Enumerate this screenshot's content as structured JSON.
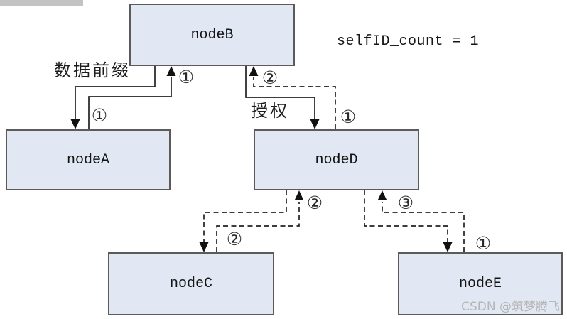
{
  "nodes": {
    "b": {
      "label": "nodeB"
    },
    "a": {
      "label": "nodeA"
    },
    "d": {
      "label": "nodeD"
    },
    "c": {
      "label": "nodeC"
    },
    "e": {
      "label": "nodeE"
    }
  },
  "annotation": {
    "self_id_count": "selfID_count = 1"
  },
  "edge_labels": {
    "data_prefix": "数据前缀",
    "authorization": "授权"
  },
  "markers": {
    "a_to_b_at_b": "①",
    "a_to_b_at_a": "①",
    "d_to_b_at_b": "②",
    "d_to_b_at_d": "①",
    "c_to_d_at_d": "②",
    "c_to_d_at_c": "②",
    "e_to_d_at_d": "③",
    "e_to_d_at_e": "①"
  },
  "edges": [
    {
      "from": "nodeB",
      "to": "nodeA",
      "style": "solid",
      "label": "数据前缀",
      "markers": []
    },
    {
      "from": "nodeA",
      "to": "nodeB",
      "style": "solid",
      "label": "",
      "markers": [
        "①",
        "①"
      ]
    },
    {
      "from": "nodeB",
      "to": "nodeD",
      "style": "solid",
      "label": "授权",
      "markers": []
    },
    {
      "from": "nodeD",
      "to": "nodeB",
      "style": "dashed",
      "label": "",
      "markers": [
        "②",
        "①"
      ]
    },
    {
      "from": "nodeD",
      "to": "nodeC",
      "style": "dashed",
      "label": "",
      "markers": []
    },
    {
      "from": "nodeC",
      "to": "nodeD",
      "style": "dashed",
      "label": "",
      "markers": [
        "②",
        "②"
      ]
    },
    {
      "from": "nodeD",
      "to": "nodeE",
      "style": "dashed",
      "label": "",
      "markers": []
    },
    {
      "from": "nodeE",
      "to": "nodeD",
      "style": "dashed",
      "label": "",
      "markers": [
        "③",
        "①"
      ]
    }
  ],
  "watermark": {
    "text": "CSDN @筑梦腾飞"
  },
  "colors": {
    "node_fill": "#e2e8f3",
    "node_border": "#5b5b5b",
    "line": "#222222",
    "watermark_text": "#b5b5b5",
    "artifact_gray": "#c3c3c3"
  }
}
